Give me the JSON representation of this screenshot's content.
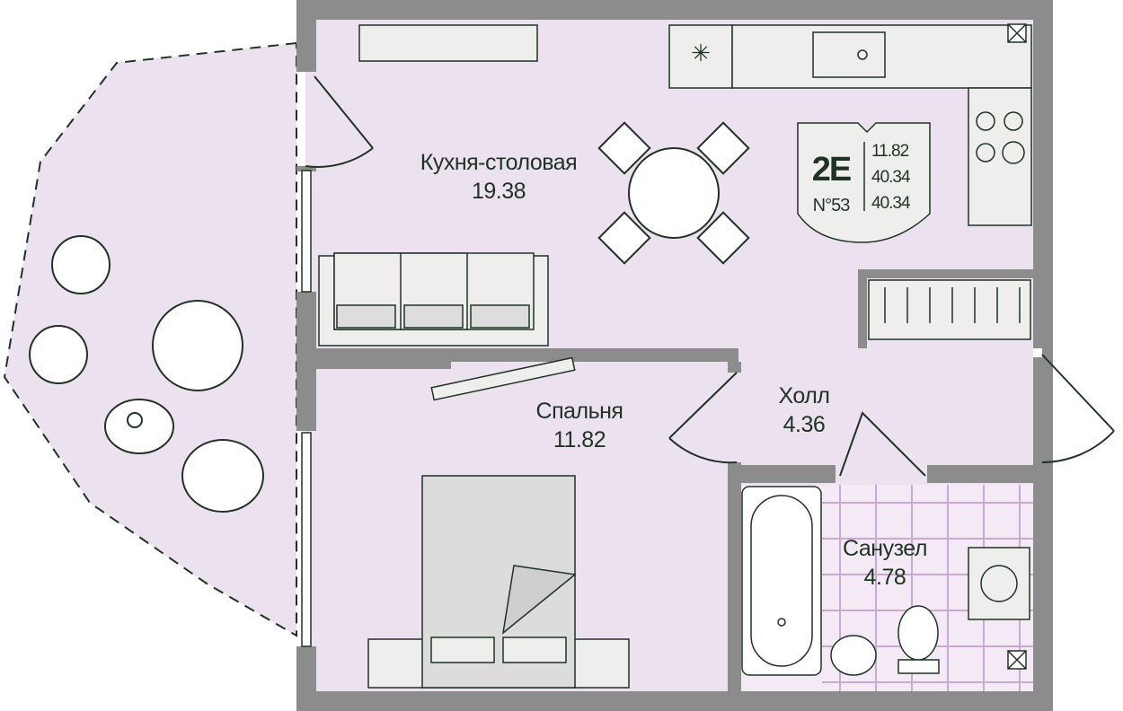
{
  "rooms": [
    {
      "name": "Кухня-столовая",
      "area": "19.38"
    },
    {
      "name": "Спальня",
      "area": "11.82"
    },
    {
      "name": "Холл",
      "area": "4.36"
    },
    {
      "name": "Санузел",
      "area": "4.78"
    }
  ],
  "badge": {
    "type": "2E",
    "number": "N°53",
    "living_area": "11.82",
    "total_area": "40.34",
    "total_area_2": "40.34"
  },
  "colors": {
    "floor": "#ece1ef",
    "wall": "#8c8c8c",
    "line": "#1f3325",
    "furniture": "#eeeeec"
  }
}
